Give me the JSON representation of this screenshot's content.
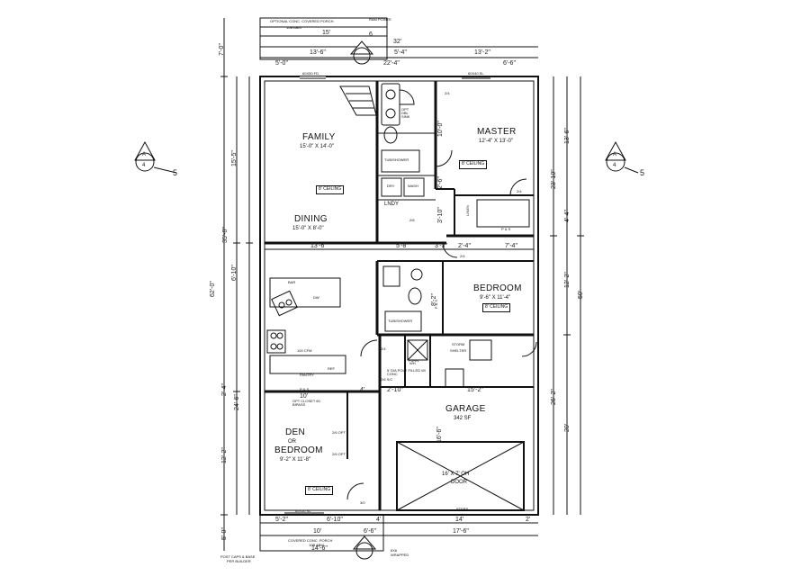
{
  "porch_top": {
    "label": "OPTIONAL CONC. COVERED PORCH",
    "tag": "10B ABM",
    "right_note": "RAM POINTE",
    "width": "15'",
    "stair_dim": "32'"
  },
  "top_dims": {
    "a": "13'-6\"",
    "b": "5'-4\"",
    "c": "13'-2\"",
    "d": "5'-0\"",
    "e": "22'-4\"",
    "f": "6'-6\"",
    "win_left": "60X50 FD",
    "win_right": "60X40 SL"
  },
  "section": {
    "number": "6"
  },
  "section_markers": [
    {
      "letter": "A",
      "num": "4",
      "side": "5"
    },
    {
      "letter": "A",
      "num": "4",
      "side": "5"
    }
  ],
  "rooms": {
    "family": {
      "name": "FAMILY",
      "size": "15'-0\" X 14'-0\"",
      "ceiling": "8' CEILING"
    },
    "dining": {
      "name": "DINING",
      "size": "15'-0\" X 8'-0\""
    },
    "master": {
      "name": "MASTER",
      "size": "12'-4\" X 13'-0\"",
      "ceiling": "8' CEILING"
    },
    "bedroom": {
      "name": "BEDROOM",
      "size": "9'-6\" X 11'-4\"",
      "ceiling": "8' CEILING"
    },
    "den": {
      "name": "DEN",
      "or": "OR",
      "name2": "BEDROOM",
      "size": "9'-2\" X 11'-8\"",
      "ceiling": "8' CEILING"
    },
    "garage": {
      "name": "GARAGE",
      "size": "342 SF",
      "door": "16' X 7' OH",
      "door2": "DOOR"
    },
    "storm": {
      "l1": "STORM",
      "l2": "SHELTER"
    },
    "lndy": {
      "name": "LNDY"
    },
    "pantry": {
      "name": "PANTRY"
    }
  },
  "fixtures": {
    "opt_sink": "OPT DBL SINK",
    "tub1": "TUB/SHOWER",
    "tub2": "TUB/SHOWER",
    "dry": "DRY",
    "wash": "WASH",
    "bar": "BAR",
    "dw": "DW",
    "ref": "REF",
    "cfm": "100 CFM",
    "linen": "LINEN",
    "opt_closet": "OPT CLOSET 60 BIPASS",
    "ps1": "P & S",
    "ps2": "P & S",
    "ps3": "P & S",
    "wh": "WH",
    "furn": "FURN",
    "shelf_note": "5' DIA POLE FILLED W/ CONC",
    "opt1": "2/6 OPT",
    "opt2": "2/6 OPT",
    "d24a": "2/4",
    "d24b": "2/4",
    "d24c": "2/4",
    "d24d": "2/4",
    "d26": "2/6",
    "d30": "3/0",
    "d28": "2/6 S/C",
    "steps": "STEPS"
  },
  "mid_dims": {
    "a": "13'-6\"",
    "b": "5'-8\"",
    "c": "3'-3\"",
    "d": "2'-4\"",
    "e": "7'-4\"",
    "f": "10'",
    "g": "2'-10\"",
    "h": "4'",
    "i": "15'-2\"",
    "j": "10'-0\"",
    "k": "3'-10\"",
    "l": "2'-6\"",
    "m": "8'-2\"",
    "n": "16'-6\""
  },
  "bottom_dims": {
    "a": "5'-2\"",
    "b": "6'-10\"",
    "c": "4'",
    "d": "14'",
    "e": "2'",
    "f": "10'",
    "g": "17'-6\"",
    "h": "14'-6\"",
    "i": "6'-6\"",
    "win": "60X50 SL"
  },
  "porch_bottom": {
    "label": "COVERED CONC. PORCH",
    "tag": "10B ABM",
    "note1": "POST CAPS & BASE",
    "note2": "PER BUILDER",
    "note3": "6X6",
    "note4": "WRAPPED"
  },
  "left_dims": {
    "a": "7'-0\"",
    "b": "15'-5\"",
    "c": "35'-8\"",
    "d": "62'-0\"",
    "e": "6'-10\"",
    "f": "2'-4\"",
    "g": "24'-6\"",
    "h": "12'-2\"",
    "i": "5'-0\""
  },
  "right_dims": {
    "a": "13'-6\"",
    "b": "23'-10\"",
    "c": "4'-4\"",
    "d": "12'-2\"",
    "e": "50'",
    "f": "26'-2\"",
    "g": "20'"
  }
}
